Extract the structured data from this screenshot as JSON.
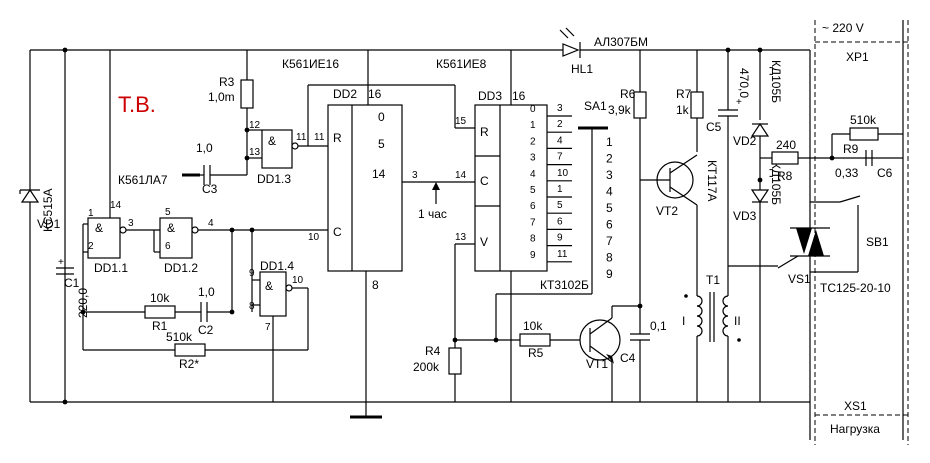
{
  "signature": "Т.В.",
  "colors": {
    "signature": "#cc0000",
    "wire": "#000000"
  },
  "chips": {
    "dd2": {
      "name": "DD2",
      "type": "К561ИЕ16",
      "pin16": "16",
      "pin8": "8",
      "R": "R",
      "C": "C",
      "outs": [
        "0",
        "5",
        "14"
      ],
      "pin11": "11",
      "pin10": "10",
      "pin3": "3"
    },
    "dd3": {
      "name": "DD3",
      "type": "К561ИЕ8",
      "pin16": "16",
      "R": "R",
      "C": "C",
      "V": "V",
      "pin15": "15",
      "pin14": "14",
      "pin13": "13",
      "outs": [
        "0",
        "1",
        "2",
        "3",
        "4",
        "5",
        "6",
        "7",
        "8",
        "9"
      ],
      "outpins": [
        "3",
        "2",
        "4",
        "7",
        "10",
        "1",
        "5",
        "6",
        "9",
        "11"
      ]
    },
    "dd1": {
      "type": "К561ЛА7",
      "and": "&",
      "g1": "DD1.1",
      "g2": "DD1.2",
      "g3": "DD1.3",
      "g4": "DD1.4",
      "p1": "1",
      "p2": "2",
      "p3": "3",
      "p14": "14",
      "p5": "5",
      "p6": "6",
      "p4": "4",
      "p12": "12",
      "p13": "13",
      "p11": "11",
      "p9": "9",
      "p8": "8",
      "p10": "10",
      "p7": "7"
    }
  },
  "components": {
    "vd1": {
      "name": "VD1",
      "type": "КС515А"
    },
    "c1": {
      "name": "C1",
      "value": "220,0",
      "plus": "+"
    },
    "r3": {
      "name": "R3",
      "value": "1,0m"
    },
    "c3": {
      "name": "C3",
      "value": "1,0"
    },
    "r1": {
      "name": "R1",
      "value": "10k"
    },
    "c2": {
      "name": "C2",
      "value": "1,0"
    },
    "r2": {
      "name": "R2*",
      "value": "510k"
    },
    "hl1": {
      "name": "HL1",
      "type": "АЛ307БМ"
    },
    "sa1": {
      "name": "SA1",
      "positions": [
        "1",
        "2",
        "3",
        "4",
        "5",
        "6",
        "7",
        "8",
        "9"
      ]
    },
    "timer": {
      "label": "1 час"
    },
    "r6": {
      "name": "R6",
      "value": "3,9k"
    },
    "r7": {
      "name": "R7",
      "value": "1k"
    },
    "c5": {
      "name": "C5",
      "value": "470,0",
      "plus": "+"
    },
    "vd2": {
      "name": "VD2",
      "type": "КД105Б"
    },
    "vd3": {
      "name": "VD3",
      "type": "КД105Б"
    },
    "r8": {
      "name": "R8",
      "value": "240"
    },
    "r9": {
      "name": "R9",
      "value": "510k"
    },
    "c6": {
      "name": "C6",
      "value": "0,33"
    },
    "vt2": {
      "name": "VT2",
      "type": "КТ117А"
    },
    "vt1": {
      "name": "VT1",
      "type": "КТ3102Б"
    },
    "r4": {
      "name": "R4",
      "value": "200k"
    },
    "r5": {
      "name": "R5",
      "value": "10k"
    },
    "c4": {
      "name": "C4",
      "value": "0,1"
    },
    "t1": {
      "name": "T1",
      "w1": "I",
      "w2": "II"
    },
    "vs1": {
      "name": "VS1",
      "type": "ТС125-20-10"
    },
    "sb1": {
      "name": "SB1"
    },
    "xp1": {
      "name": "XP1",
      "voltage": "~ 220 V"
    },
    "xs1": {
      "name": "XS1",
      "load": "Нагрузка"
    }
  }
}
